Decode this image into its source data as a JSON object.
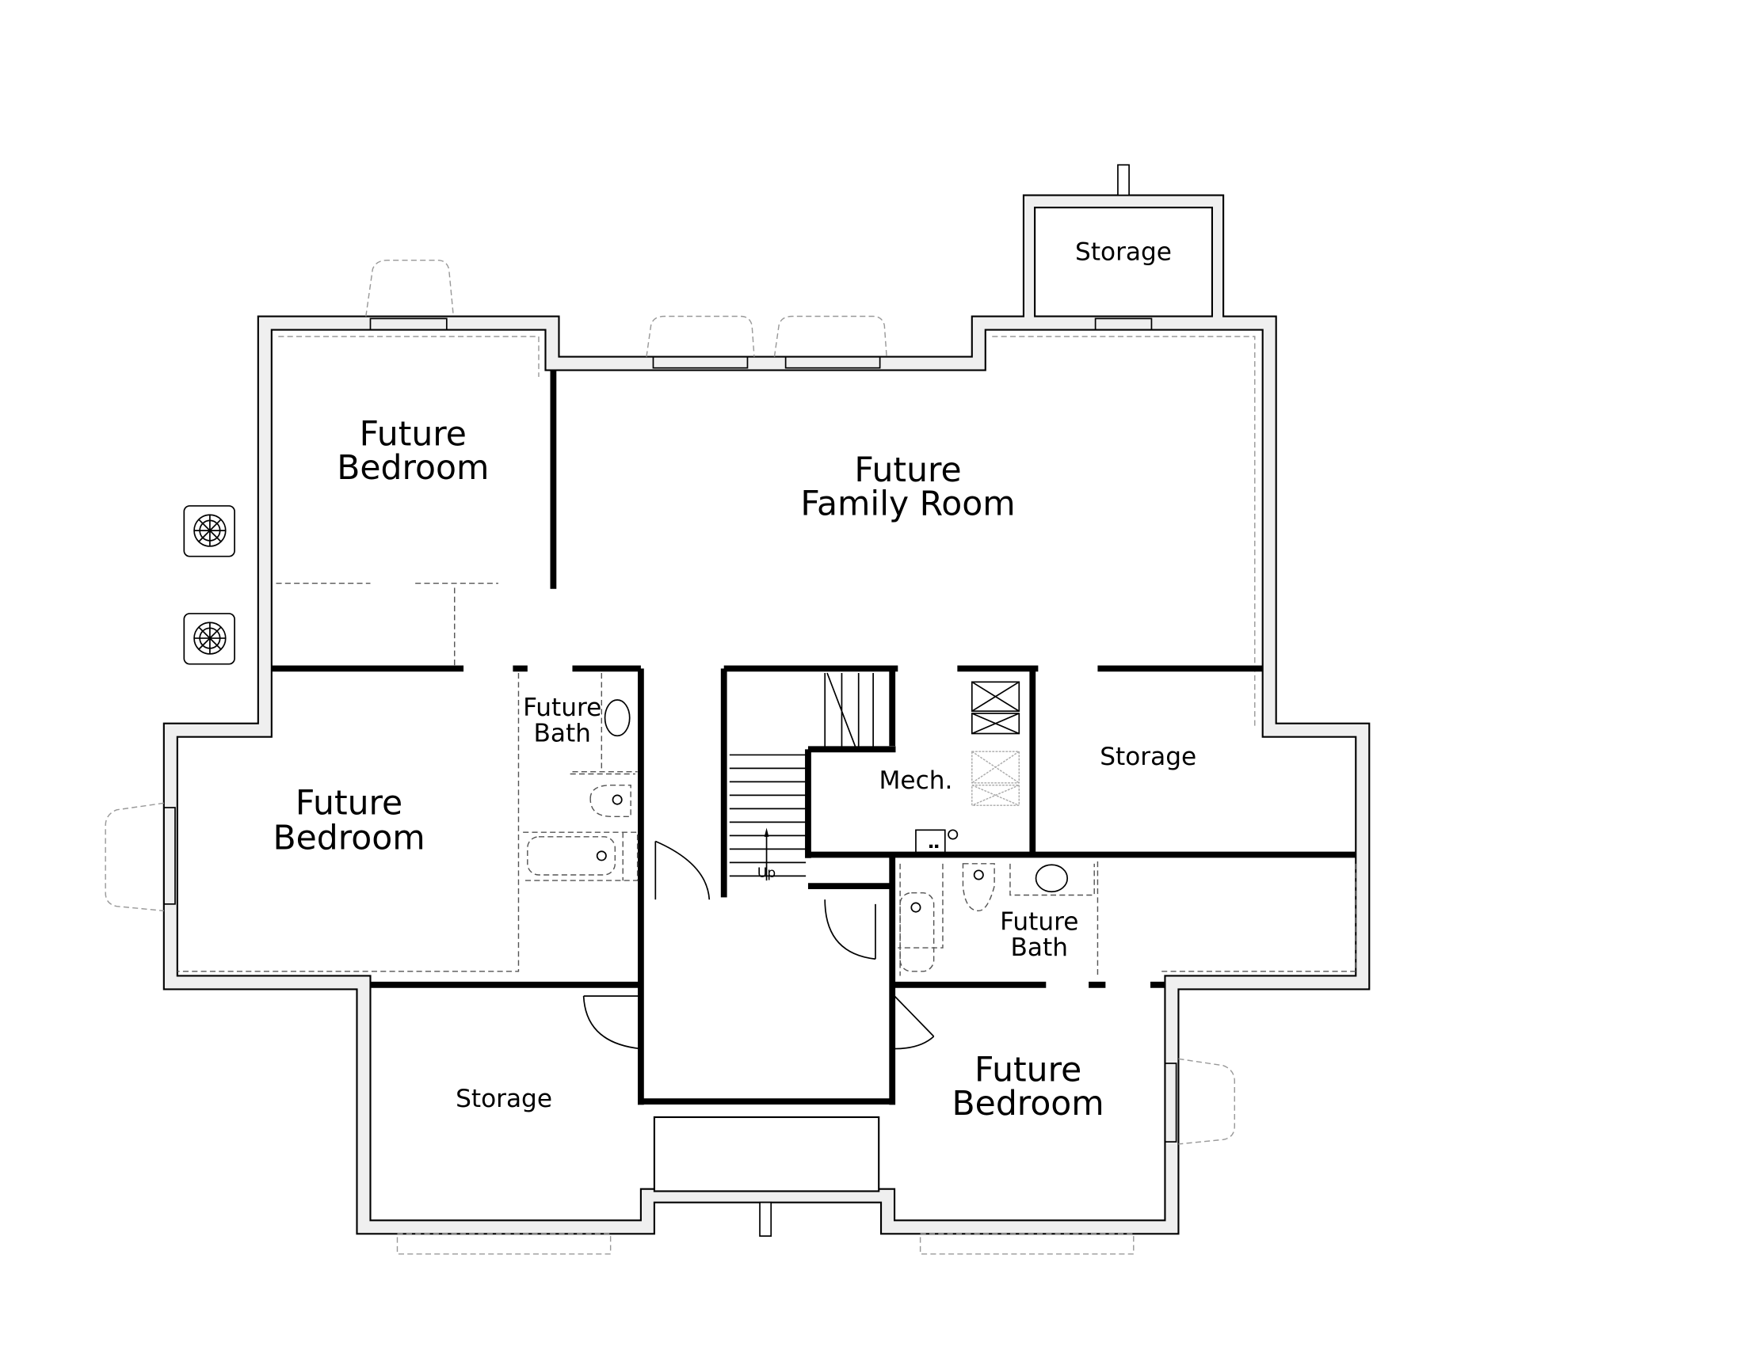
{
  "rooms": {
    "bedroom_nw": [
      "Future",
      "Bedroom"
    ],
    "family_room": [
      "Future",
      "Family Room"
    ],
    "storage_top": "Storage",
    "bedroom_w": [
      "Future",
      "Bedroom"
    ],
    "bath_w": [
      "Future",
      "Bath"
    ],
    "mech": "Mech.",
    "storage_e": "Storage",
    "bath_e": [
      "Future",
      "Bath"
    ],
    "storage_sw": "Storage",
    "bedroom_se": [
      "Future",
      "Bedroom"
    ]
  },
  "stairs": {
    "direction_label": "Up"
  },
  "icons": [
    "ac-unit-icon",
    "ac-unit-icon",
    "toilet-icon",
    "tub-icon",
    "sink-icon",
    "door-swing-icon",
    "furnace-icon",
    "water-heater-icon"
  ]
}
